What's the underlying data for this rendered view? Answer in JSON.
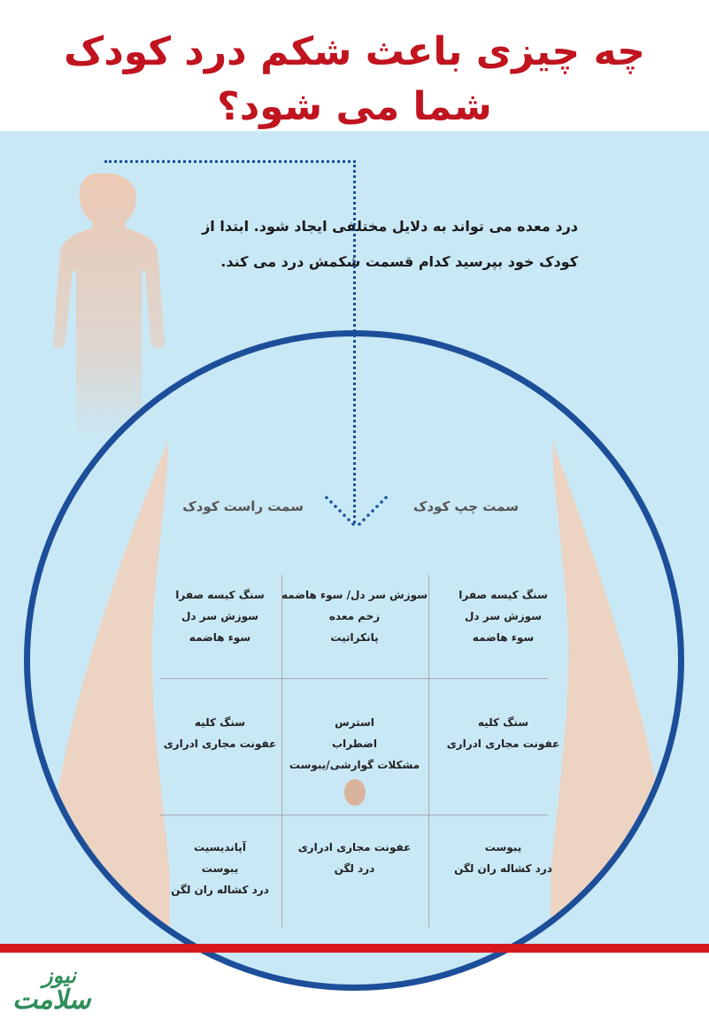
{
  "title": {
    "line1": "چه چیزی باعث شکم درد کودک",
    "line2": "شما می شود؟"
  },
  "intro": {
    "line1": "درد معده می تواند به دلایل مختلفی ایجاد شود. ابتدا از",
    "line2": "کودک خود بپرسید کدام قسمت شکمش درد می کند."
  },
  "sides": {
    "left_of_child": "سمت چپ کودک",
    "right_of_child": "سمت راست کودک"
  },
  "cells": {
    "r1c1": [
      "سنگ کیسه صفرا",
      "سوزش سر دل",
      "سوء هاضمه"
    ],
    "r1c2": [
      "سوزش سر دل/ سوء هاضمه",
      "زخم معده",
      "پانکراتیت"
    ],
    "r1c3": [
      "سنگ کیسه صفرا",
      "سوزش سر دل",
      "سوء هاضمه"
    ],
    "r2c1": [
      "سنگ کلیه",
      "عفونت مجاری ادراری"
    ],
    "r2c2": [
      "استرس",
      "اضطراب",
      "مشکلات گوارشی/یبوست"
    ],
    "r2c3": [
      "سنگ کلیه",
      "عفونت مجاری ادراری"
    ],
    "r3c1": [
      "یبوست",
      "درد کشاله ران لگن"
    ],
    "r3c2": [
      "عفونت مجاری ادراری",
      "درد لگن"
    ],
    "r3c3": [
      "آپاندیسیت",
      "یبوست",
      "درد کشاله ران لگن"
    ]
  },
  "logo": {
    "top": "نیوز",
    "main": "سلامت"
  },
  "colors": {
    "title": "#c0141f",
    "sky": "#c9e8f6",
    "skin": "#ecd3c2",
    "circle_border": "#1d4e99",
    "dotted": "#1c4f9c",
    "bottom_line": "#d7191f",
    "logo": "#2f8f5a"
  }
}
